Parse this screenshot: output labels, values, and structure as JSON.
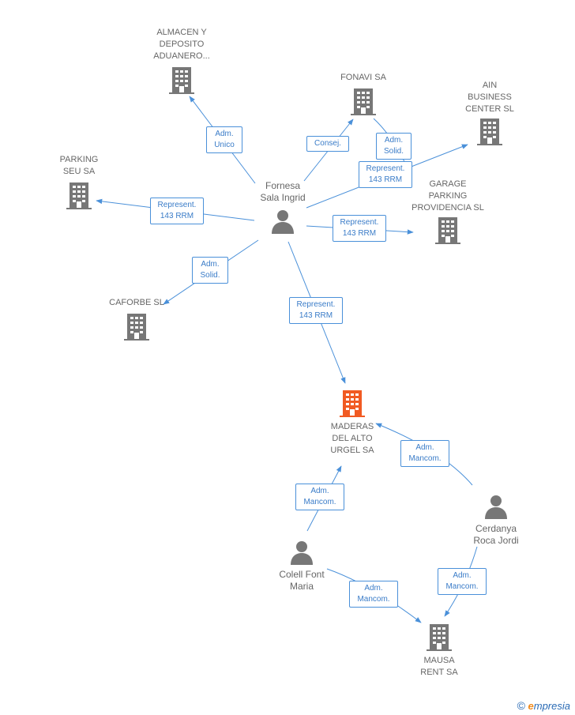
{
  "companies": {
    "almacen": "ALMACEN Y\nDEPOSITO\nADUANERO...",
    "fonavi": "FONAVI SA",
    "ain": "AIN\nBUSINESS\nCENTER SL",
    "parking": "PARKING\nSEU SA",
    "garage": "GARAGE\nPARKING\nPROVIDENCIA SL",
    "caforbe": "CAFORBE SL",
    "maderas": "MADERAS\nDEL ALTO\nURGEL SA",
    "mausa": "MAUSA\nRENT SA"
  },
  "persons": {
    "fornesa": "Fornesa\nSala Ingrid",
    "cerdanya": "Cerdanya\nRoca Jordi",
    "colell": "Colell Font\nMaria"
  },
  "edge_labels": {
    "adm_unico": "Adm.\nUnico",
    "consej": "Consej.",
    "adm_solid_fonavi": "Adm.\nSolid.",
    "represent_ain": "Represent.\n143 RRM",
    "represent_parking": "Represent.\n143 RRM",
    "represent_garage": "Represent.\n143 RRM",
    "adm_solid_caforbe": "Adm.\nSolid.",
    "represent_maderas": "Represent.\n143 RRM",
    "adm_mancom_cerdanya_maderas": "Adm.\nMancom.",
    "adm_mancom_colell_maderas": "Adm.\nMancom.",
    "adm_mancom_colell_mausa": "Adm.\nMancom.",
    "adm_mancom_cerdanya_mausa": "Adm.\nMancom."
  },
  "colors": {
    "building": "#777777",
    "building_focus": "#f15a22",
    "person": "#777777",
    "edge": "#4a90d9"
  },
  "logo": {
    "copyright": "©",
    "first_letter": "e",
    "rest": "mpresia"
  }
}
